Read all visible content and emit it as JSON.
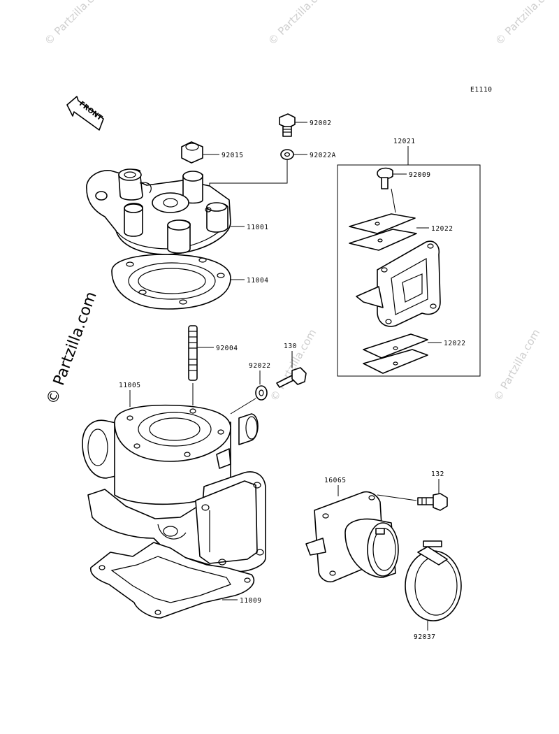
{
  "diagram": {
    "code": "E1110",
    "front_label": "FRONT",
    "watermark_small": "© Partzilla.com",
    "watermark_large": "© Partzilla.com",
    "callouts": {
      "p92002": "92002",
      "p92015": "92015",
      "p92022A": "92022A",
      "p12021": "12021",
      "p92009": "92009",
      "p11001": "11001",
      "p12022a": "12022",
      "p11004": "11004",
      "p12022b": "12022",
      "p92004": "92004",
      "p130": "130",
      "p92022": "92022",
      "p11005": "11005",
      "p16065": "16065",
      "p132": "132",
      "p11009": "11009",
      "p92037": "92037"
    }
  }
}
